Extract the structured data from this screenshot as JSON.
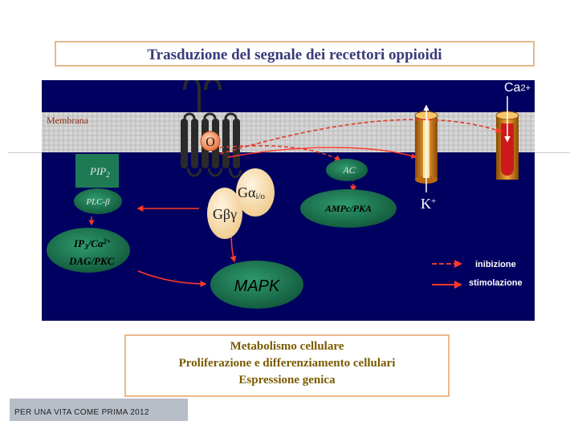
{
  "title": "Trasduzione del segnale dei recettori oppioidi",
  "diagram": {
    "membrane_label": "Membrana",
    "opioid": "O",
    "ca_label": "Ca",
    "ca_sup": "2+",
    "k_label": "K",
    "k_sup": "+",
    "pip2": "PIP",
    "pip2_sub": "2",
    "plc": "PLC-β",
    "ip3_line1": "IP",
    "ip3_sub": "3",
    "ip3_mid": "/Ca",
    "ip3_sup": "2+",
    "ip3_line2": "DAG/PKC",
    "g_alpha": "Gα",
    "g_alpha_sub": "i/o",
    "g_beta_gamma": "Gβγ",
    "ac": "AC",
    "amp": "AMPc/PKA",
    "mapk": "MAPK",
    "legend": {
      "inhibition": "inibizione",
      "stimulation": "stimolazione"
    },
    "colors": {
      "panel": "#000060",
      "node": "#1e7a55",
      "inhibition": "#e23a2a",
      "stimulation": "#ff3a2a",
      "receptor": "#2a2a2a",
      "channel": "#d98a1a"
    }
  },
  "outcome": {
    "line1": "Metabolismo cellulare",
    "line2": "Proliferazione e differenziamento cellulari",
    "line3": "Espressione genica"
  },
  "footer": "PER UNA VITA COME PRIMA  2012"
}
